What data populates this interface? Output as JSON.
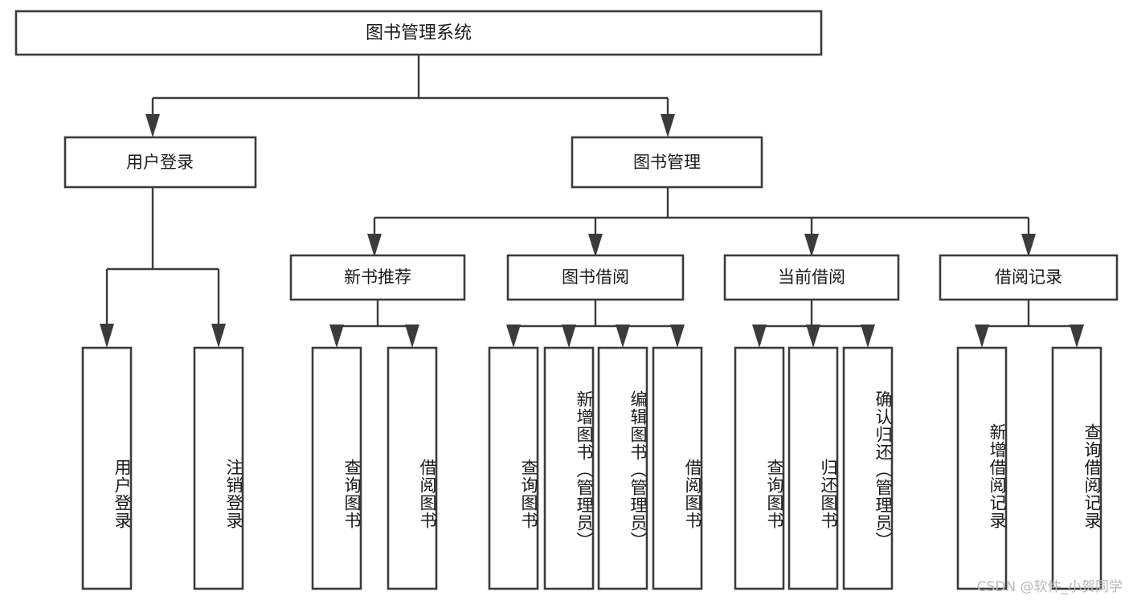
{
  "diagram": {
    "type": "tree",
    "title": "图书管理系统",
    "orientation": "top-down",
    "watermark": "CSDN @软件_小贺同学",
    "colors": {
      "box_stroke": "#3b3b3b",
      "box_fill": "#ffffff",
      "connector": "#3b3b3b",
      "text": "#1a1a1a",
      "watermark": "#b8b8b8",
      "background": "#ffffff"
    },
    "root": {
      "label": "图书管理系统"
    },
    "level1": [
      {
        "label": "用户登录"
      },
      {
        "label": "图书管理"
      }
    ],
    "level2": [
      {
        "label": "新书推荐",
        "parent": "图书管理"
      },
      {
        "label": "图书借阅",
        "parent": "图书管理"
      },
      {
        "label": "当前借阅",
        "parent": "图书管理"
      },
      {
        "label": "借阅记录",
        "parent": "图书管理"
      }
    ],
    "leaves": {
      "user_login": [
        {
          "label": "用户登录"
        },
        {
          "label": "注销登录"
        }
      ],
      "new_book_recommend": [
        {
          "label": "查询图书"
        },
        {
          "label": "借阅图书"
        }
      ],
      "book_borrow": [
        {
          "label": "查询图书"
        },
        {
          "label": "新增图书（管理员）"
        },
        {
          "label": "编辑图书（管理员）"
        },
        {
          "label": "借阅图书"
        }
      ],
      "current_borrow": [
        {
          "label": "查询图书"
        },
        {
          "label": "归还图书"
        },
        {
          "label": "确认归还（管理员）"
        }
      ],
      "borrow_record": [
        {
          "label": "新增借阅记录"
        },
        {
          "label": "查询借阅记录"
        }
      ]
    }
  }
}
